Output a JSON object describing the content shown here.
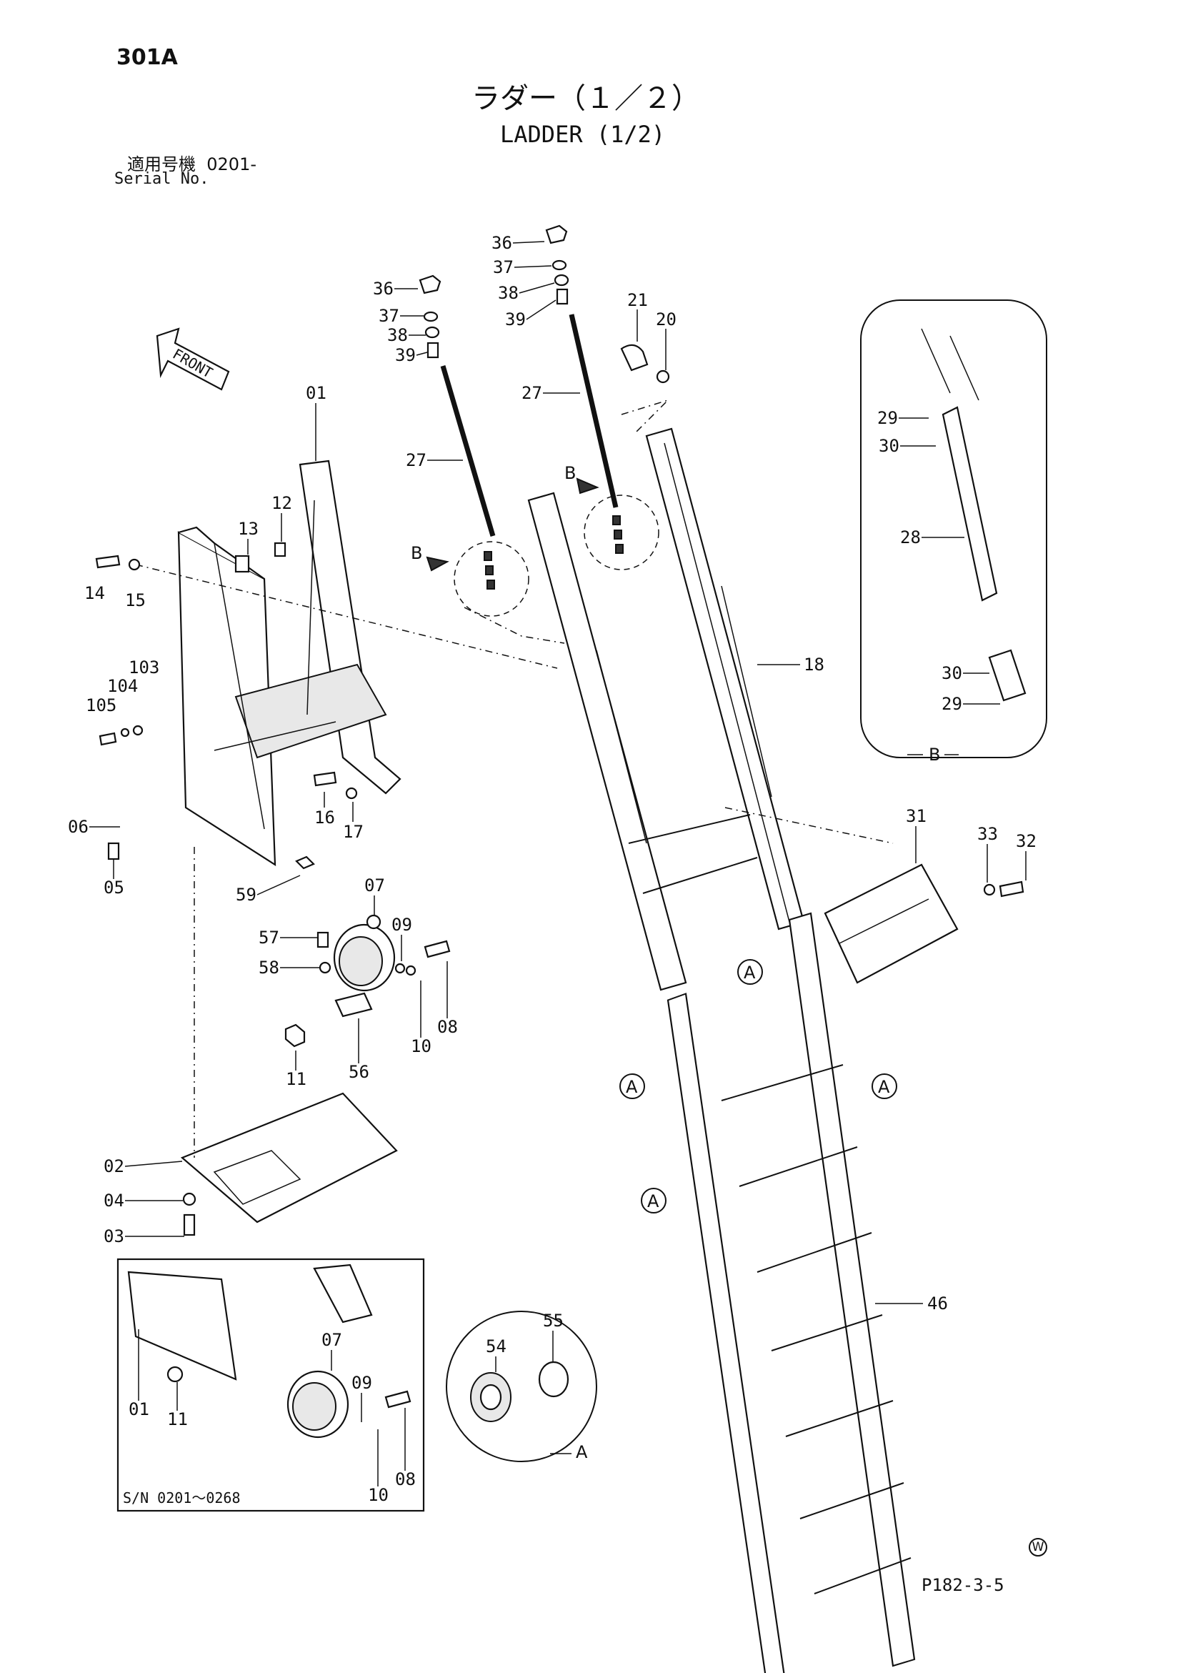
{
  "header": {
    "sheet_id": "301A",
    "title_jp": "ラダー（１／２）",
    "title_en": "LADDER (1/2)",
    "serial_label_jp": "適用号機",
    "serial_range": "0201-",
    "serial_label_en": "Serial No."
  },
  "direction_arrow": {
    "label": "FRONT"
  },
  "detail_b": {
    "label": "B",
    "parts": [
      "29",
      "30",
      "28",
      "30",
      "29"
    ]
  },
  "detail_a": {
    "label": "A",
    "parts": [
      "54",
      "55"
    ]
  },
  "inset": {
    "serial_note": "S/N  0201～0268",
    "parts": [
      "07",
      "09",
      "01",
      "11",
      "08",
      "10"
    ]
  },
  "callout_letters": {
    "a": "A",
    "b": "B"
  },
  "part_labels": [
    "36",
    "37",
    "38",
    "39",
    "27",
    "36",
    "37",
    "38",
    "39",
    "27",
    "21",
    "20",
    "01",
    "12",
    "13",
    "14",
    "15",
    "103",
    "104",
    "105",
    "16",
    "17",
    "06",
    "05",
    "59",
    "07",
    "57",
    "09",
    "58",
    "08",
    "10",
    "11",
    "56",
    "18",
    "31",
    "33",
    "32",
    "02",
    "04",
    "03",
    "46"
  ],
  "footer": {
    "page_code": "P182-3-5",
    "mark": "W"
  }
}
